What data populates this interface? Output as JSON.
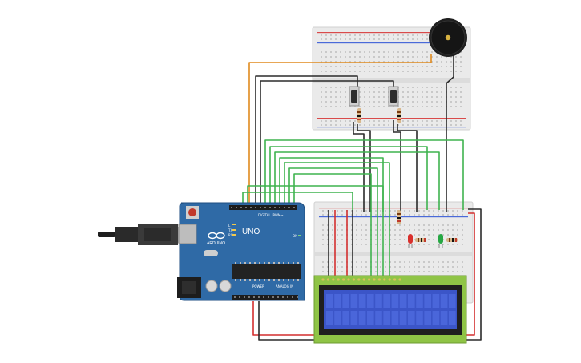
{
  "board": {
    "brand": "ARDUINO",
    "model": "UNO",
    "header_digital": "DIGITAL (PWM~)",
    "header_power": "POWER",
    "header_analog": "ANALOG IN",
    "on_label": "ON",
    "tx_label": "TX",
    "rx_label": "RX",
    "l_label": "L"
  },
  "colors": {
    "board_blue": "#2f6aa6",
    "breadboard": "#eaeaea",
    "wire_green": "#3fb34f",
    "wire_black": "#2b2b2b",
    "wire_red": "#d32f2f",
    "wire_orange": "#e08a1e",
    "lcd_green": "#8fc446",
    "lcd_screen": "#3b55c8",
    "led_red": "#d9302c",
    "led_green": "#27a844"
  },
  "components": {
    "buzzer": "piezo-buzzer",
    "buttons": [
      "push-button-1",
      "push-button-2"
    ],
    "leds": [
      "red-led",
      "green-led"
    ],
    "lcd": "16x2-lcd"
  }
}
